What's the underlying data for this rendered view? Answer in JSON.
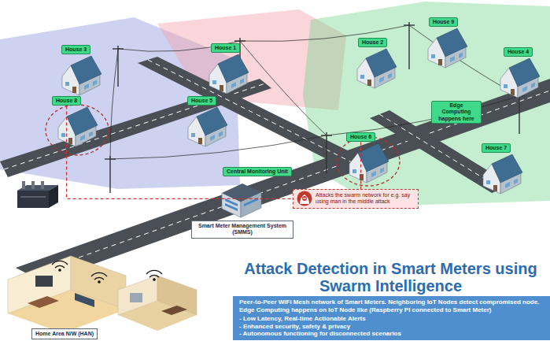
{
  "diagram": {
    "title": "Attack Detection in Smart Meters using Swarm Intelligence",
    "nodes": [
      {
        "text": [
          "House 3"
        ]
      },
      {
        "text": [
          "House 1"
        ]
      },
      {
        "text": [
          "House 2"
        ]
      },
      {
        "text": [
          "House 9"
        ]
      },
      {
        "text": [
          "House 4"
        ]
      },
      {
        "text": [
          "House 8"
        ]
      },
      {
        "text": [
          "House 5"
        ]
      },
      {
        "text": [
          "Edge Computing happens here"
        ]
      },
      {
        "text": [
          "House 6"
        ]
      },
      {
        "text": [
          "House 7"
        ]
      },
      {
        "text": [
          "Central Monitoring Unit"
        ]
      },
      {
        "text": [
          "Attacks the swarm network for e.g. say using man in the middle attack"
        ]
      },
      {
        "text": [
          "Smart Meter Management System (SMMS)"
        ]
      },
      {
        "text": [
          "Home Area N/W (HAN)"
        ]
      },
      {
        "text": [
          "Peer-to-Peer WiFi Mesh network of Smart Meters. Neighboring IoT Nodes detect compromised node. Edge Computing happens on IoT Node like (Raspberry PI connected to Smart Meter)",
          "- Low Latency, Real-time Actionable Alerts",
          "- Enhanced security, safety & privacy",
          "- Autonomous functioning for disconnected scenarios"
        ]
      }
    ],
    "edges": [
      {
        "from": 5,
        "to": 11,
        "arrow": "none"
      },
      {
        "from": 8,
        "to": 11,
        "arrow": "none"
      }
    ]
  }
}
